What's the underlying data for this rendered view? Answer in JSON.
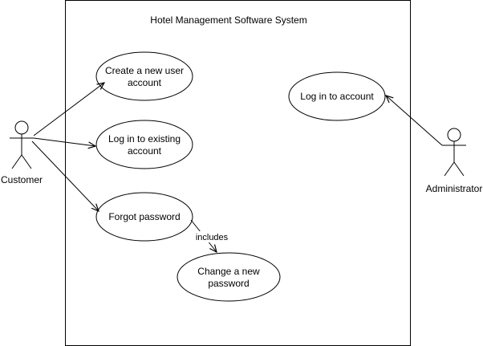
{
  "system": {
    "title": "Hotel Management Software System"
  },
  "actors": {
    "customer": {
      "name": "Customer"
    },
    "administrator": {
      "name": "Administrator"
    }
  },
  "use_cases": {
    "create_account": {
      "line1": "Create a new user",
      "line2": "account"
    },
    "login_existing": {
      "line1": "Log in to existing",
      "line2": "account"
    },
    "forgot_password": {
      "line1": "Forgot password"
    },
    "change_password": {
      "line1": "Change a new",
      "line2": "password"
    },
    "admin_login": {
      "line1": "Log in to account"
    }
  },
  "relations": {
    "includes_label": "includes"
  },
  "colors": {
    "stroke": "#000000",
    "fill": "#ffffff"
  }
}
